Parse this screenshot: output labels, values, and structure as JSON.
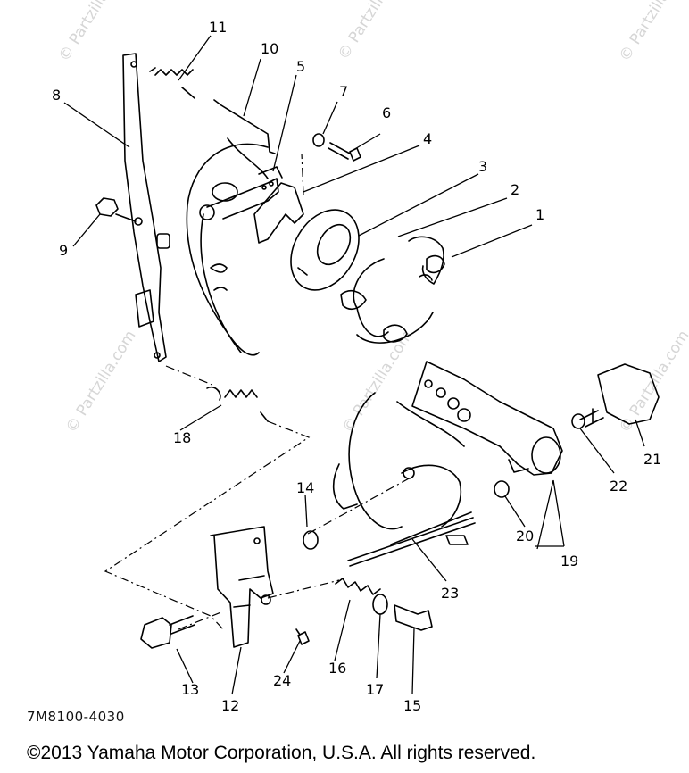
{
  "diagram": {
    "code": "7M8100-4030",
    "copyright": "©2013  Yamaha Motor Corporation, U.S.A. All rights reserved.",
    "watermark": "© Partzilla.com",
    "callouts": [
      "1",
      "2",
      "3",
      "4",
      "5",
      "6",
      "7",
      "8",
      "9",
      "10",
      "11",
      "12",
      "13",
      "14",
      "15",
      "16",
      "17",
      "18",
      "19",
      "20",
      "21",
      "22",
      "23",
      "24"
    ]
  }
}
